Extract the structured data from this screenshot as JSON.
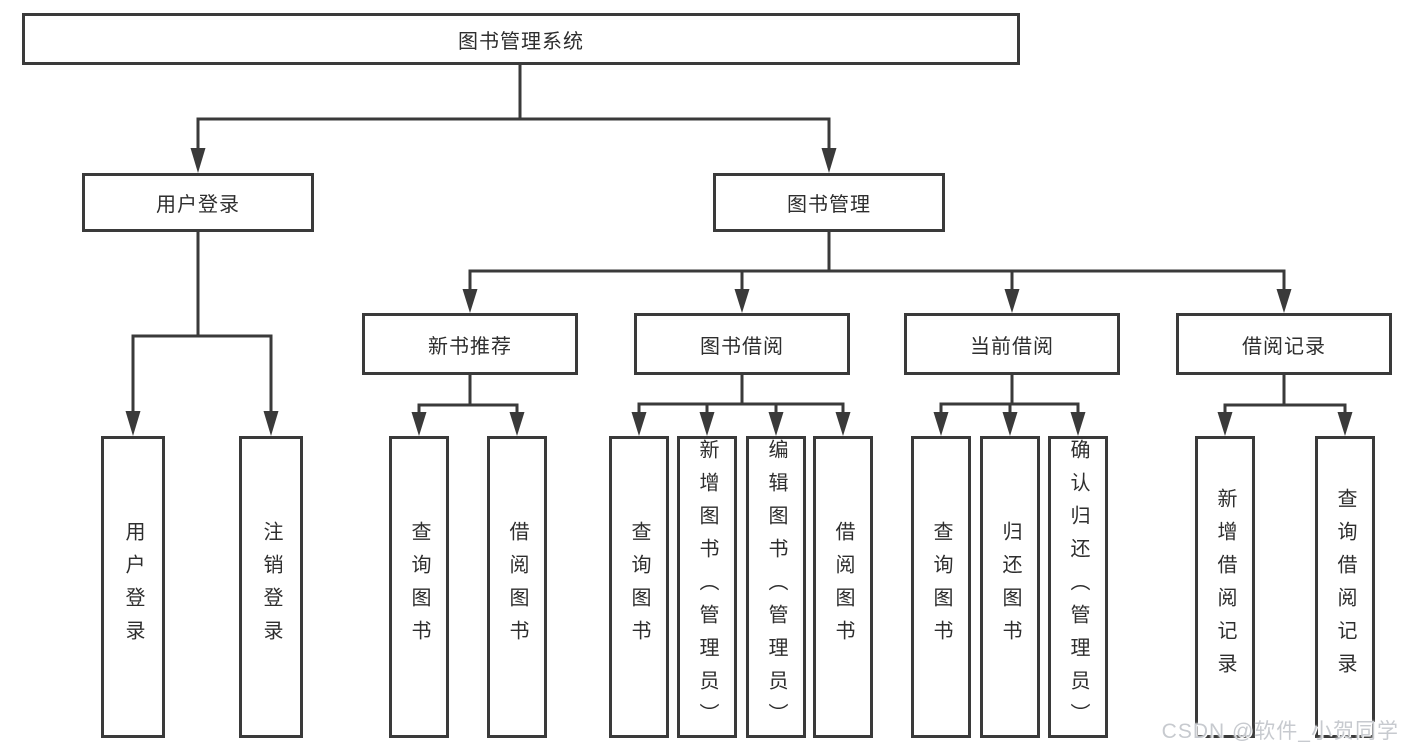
{
  "diagram_title": "图书管理系统",
  "tree": {
    "label": "图书管理系统",
    "children": [
      {
        "label": "用户登录",
        "children": [
          {
            "label": "用户登录"
          },
          {
            "label": "注销登录"
          }
        ]
      },
      {
        "label": "图书管理",
        "children": [
          {
            "label": "新书推荐",
            "children": [
              {
                "label": "查询图书"
              },
              {
                "label": "借阅图书"
              }
            ]
          },
          {
            "label": "图书借阅",
            "children": [
              {
                "label": "查询图书"
              },
              {
                "label": "新增图书（管理员）"
              },
              {
                "label": "编辑图书（管理员）"
              },
              {
                "label": "借阅图书"
              }
            ]
          },
          {
            "label": "当前借阅",
            "children": [
              {
                "label": "查询图书"
              },
              {
                "label": "归还图书"
              },
              {
                "label": "确认归还（管理员）"
              }
            ]
          },
          {
            "label": "借阅记录",
            "children": [
              {
                "label": "新增借阅记录"
              },
              {
                "label": "查询借阅记录"
              }
            ]
          }
        ]
      }
    ]
  },
  "watermark": {
    "text": "CSDN @软件_小贺同学"
  },
  "colors": {
    "line": "#3a3a3a",
    "box_border": "#3a3a3a",
    "text": "#2e2e2e",
    "watermark": "#c7cacf",
    "background": "#ffffff"
  }
}
